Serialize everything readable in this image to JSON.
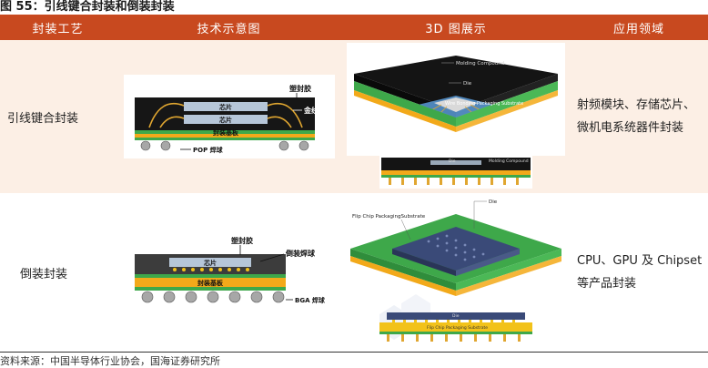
{
  "title": "图 55：引线键合封装和倒装封装",
  "headers": {
    "process": "封装工艺",
    "diagram": "技术示意图",
    "view3d": "3D 图展示",
    "application": "应用领域"
  },
  "rows": [
    {
      "process": "引线键合封装",
      "application_line1": "射频模块、存储芯片、",
      "application_line2": "微机电系统器件封装",
      "diagram_labels": {
        "mold": "塑封胶",
        "chip1": "芯片",
        "wire": "金线",
        "chip2": "芯片",
        "substrate": "封装基板",
        "ball": "POP 焊球"
      },
      "view3d_labels": {
        "mold": "Molding Compound",
        "die": "Die",
        "wb_substrate": "Wire Bonding Packaging Substrate",
        "die_small": "Die",
        "mold_small": "Molding Compound"
      }
    },
    {
      "process": "倒装封装",
      "application_line1": "CPU、GPU 及 Chipset",
      "application_line2": "等产品封装",
      "diagram_labels": {
        "mold": "塑封胶",
        "chip": "芯片",
        "bump": "倒装焊球",
        "substrate": "封装基板",
        "ball": "BGA 焊球"
      },
      "view3d_labels": {
        "fc_substrate": "Flip Chip PackagingSubstrate",
        "die": "Die",
        "die_small": "Die",
        "fc_small": "Flip Chip Packaging Substrate"
      }
    }
  ],
  "footer": "资料来源：中国半导体行业协会，国海证券研究所",
  "colors": {
    "header_bg": "#c8491f",
    "row1_bg": "#fcefe5",
    "mold": "#161616",
    "chip": "#b6c6d8",
    "substrate_green": "#3ea84a",
    "substrate_gold": "#f2a91a",
    "ball": "#a7a7a7"
  }
}
